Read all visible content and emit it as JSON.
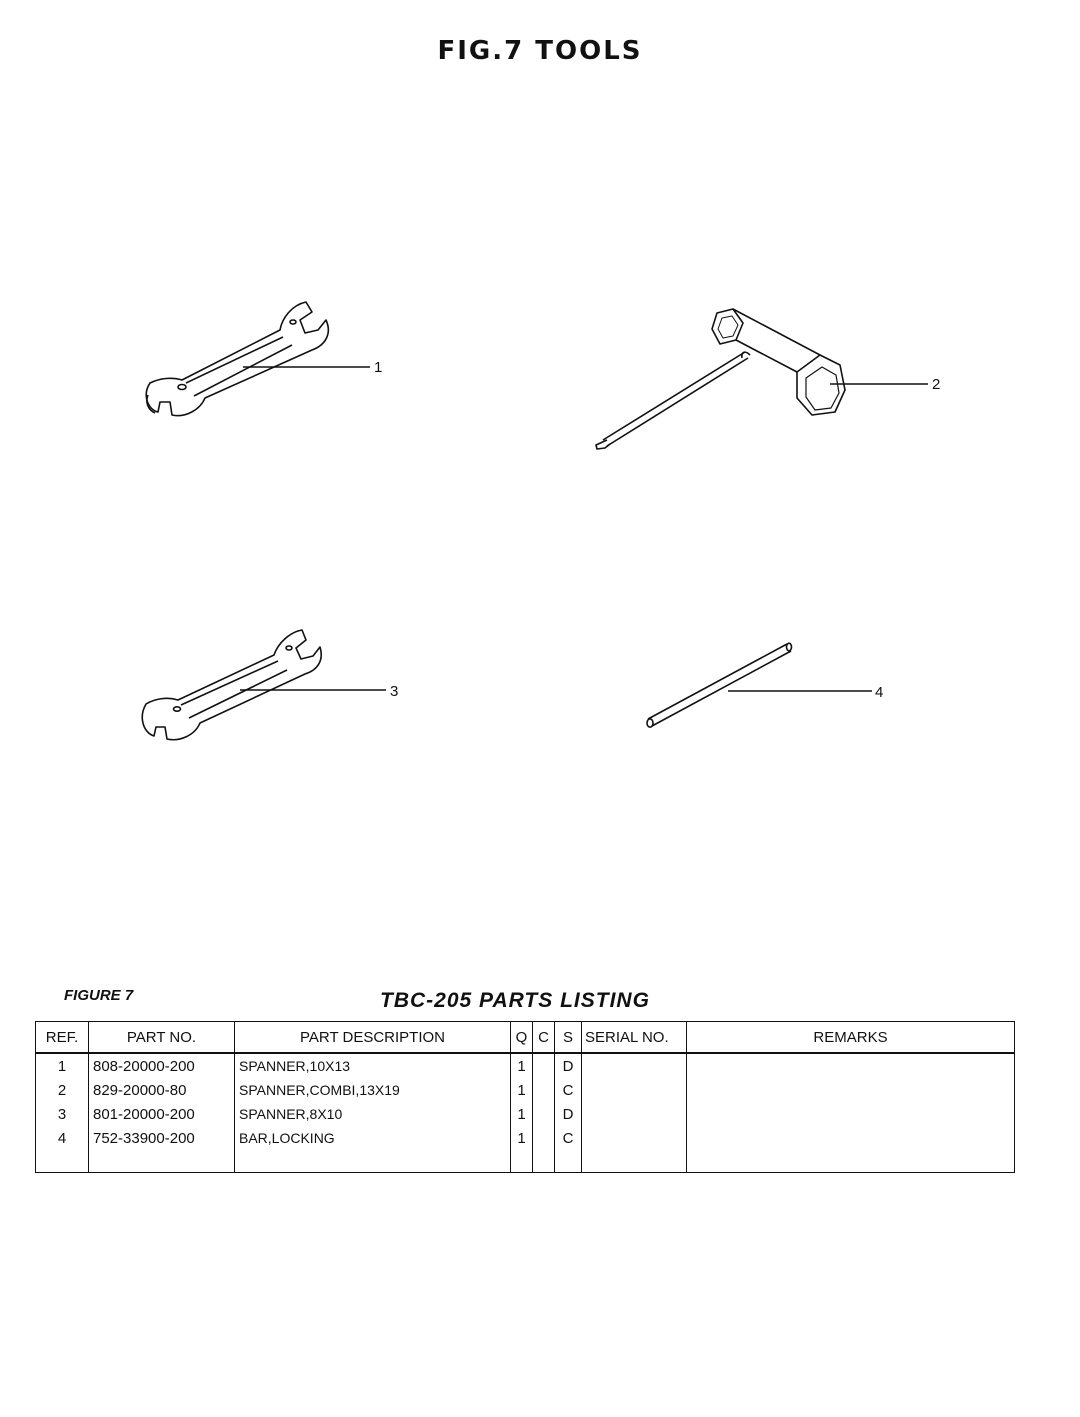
{
  "page": {
    "title": "FIG.7 TOOLS",
    "figure_label": "FIGURE 7",
    "listing_title": "TBC-205  PARTS  LISTING"
  },
  "callouts": [
    "1",
    "2",
    "3",
    "4"
  ],
  "icons": [
    "spanner-10x13-icon",
    "spanner-combi-icon",
    "spanner-8x10-icon",
    "locking-bar-icon"
  ],
  "table": {
    "headers": [
      "REF.",
      "PART NO.",
      "PART DESCRIPTION",
      "Q",
      "C",
      "S",
      "SERIAL NO.",
      "REMARKS"
    ],
    "rows": [
      {
        "ref": "1",
        "part_no": "808-20000-200",
        "description": "SPANNER,10X13",
        "q": "1",
        "c": "",
        "s": "D",
        "serial": "",
        "remarks": ""
      },
      {
        "ref": "2",
        "part_no": "829-20000-80",
        "description": "SPANNER,COMBI,13X19",
        "q": "1",
        "c": "",
        "s": "C",
        "serial": "",
        "remarks": ""
      },
      {
        "ref": "3",
        "part_no": "801-20000-200",
        "description": "SPANNER,8X10",
        "q": "1",
        "c": "",
        "s": "D",
        "serial": "",
        "remarks": ""
      },
      {
        "ref": "4",
        "part_no": "752-33900-200",
        "description": "BAR,LOCKING",
        "q": "1",
        "c": "",
        "s": "C",
        "serial": "",
        "remarks": ""
      }
    ]
  }
}
